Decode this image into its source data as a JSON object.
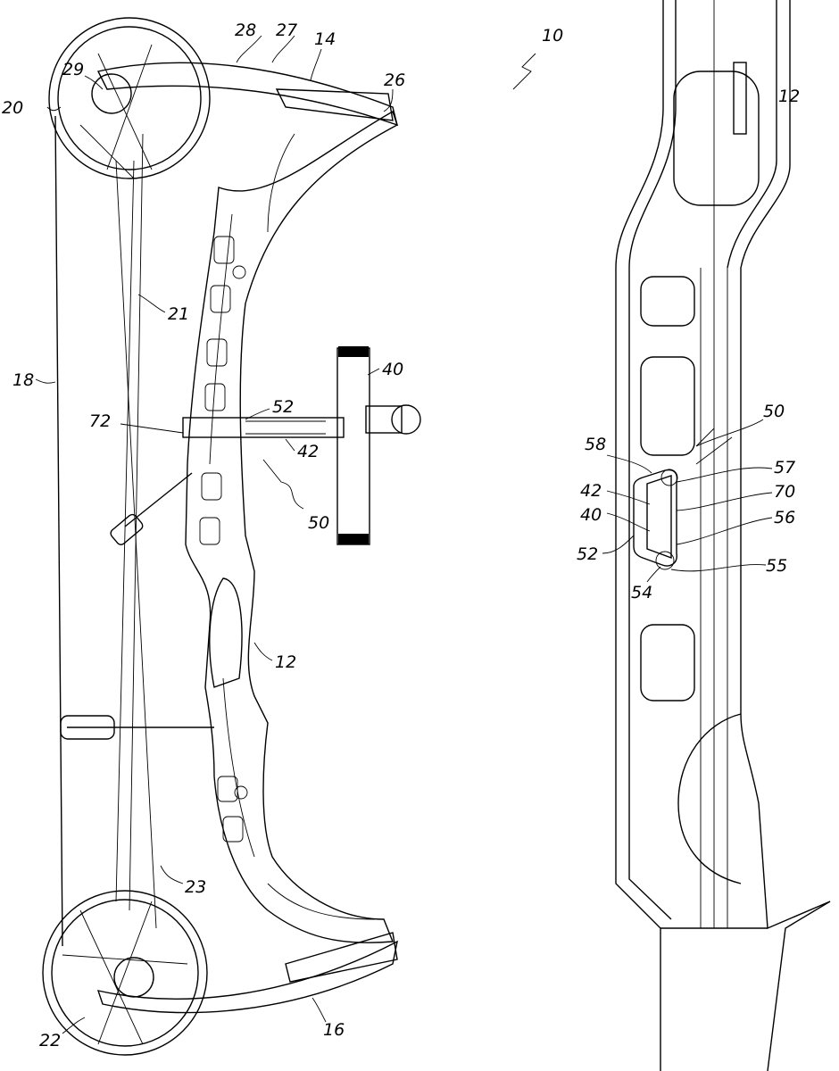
{
  "figure_left": {
    "labels": {
      "ref_10": "10",
      "ref_28": "28",
      "ref_27": "27",
      "ref_14": "14",
      "ref_26": "26",
      "ref_29": "29",
      "ref_20": "20",
      "ref_21": "21",
      "ref_18": "18",
      "ref_72": "72",
      "ref_52": "52",
      "ref_40": "40",
      "ref_42": "42",
      "ref_50": "50",
      "ref_12": "12",
      "ref_23": "23",
      "ref_22": "22",
      "ref_16": "16"
    }
  },
  "figure_right": {
    "labels": {
      "ref_12": "12",
      "ref_50": "50",
      "ref_58": "58",
      "ref_57": "57",
      "ref_42": "42",
      "ref_70": "70",
      "ref_40": "40",
      "ref_56": "56",
      "ref_52": "52",
      "ref_55": "55",
      "ref_54": "54"
    }
  }
}
